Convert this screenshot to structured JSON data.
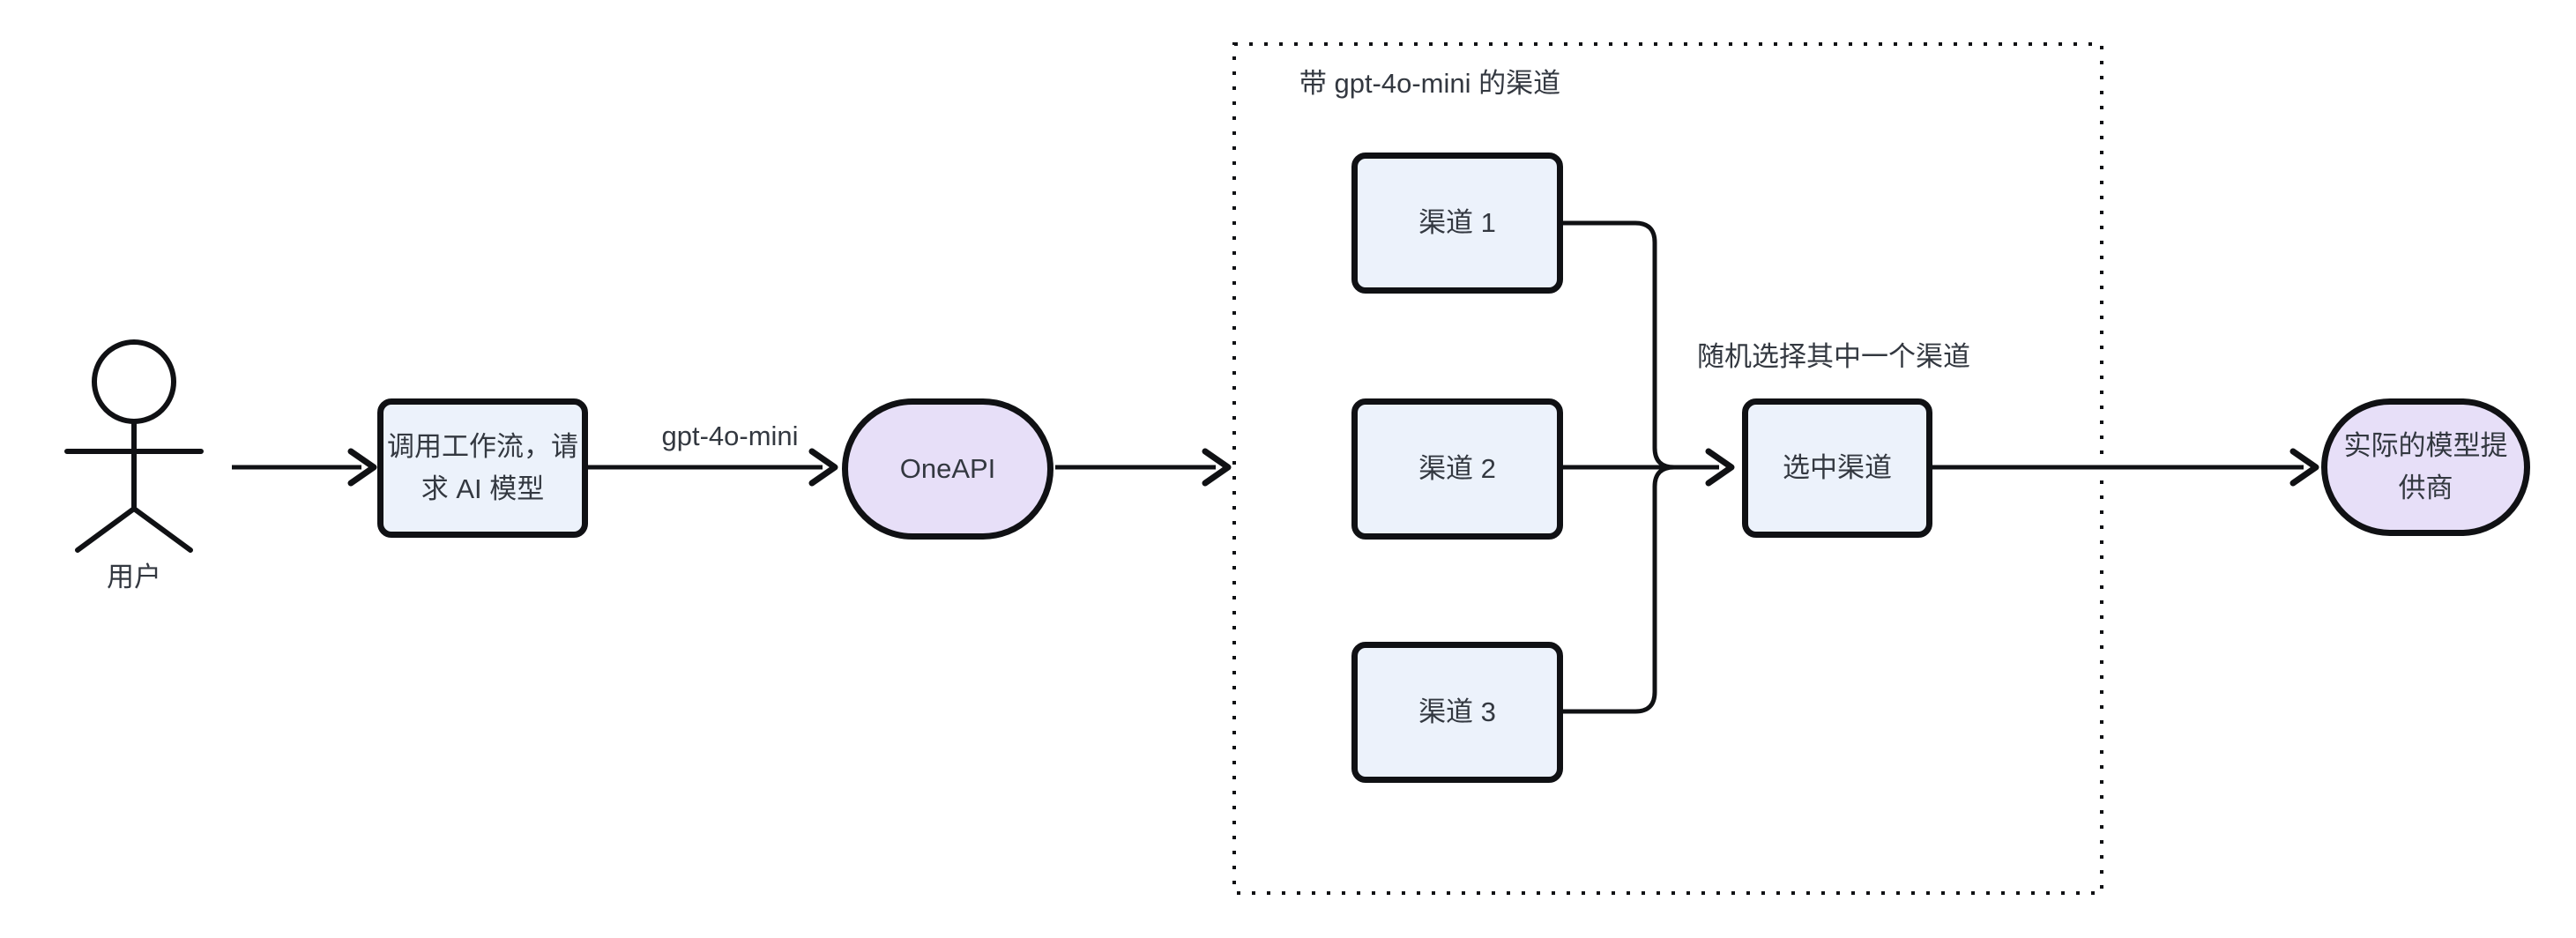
{
  "diagram": {
    "actor": {
      "label": "用户"
    },
    "nodes": {
      "workflow": {
        "line1": "调用工作流，请",
        "line2": "求 AI 模型"
      },
      "oneapi": {
        "label": "OneAPI"
      },
      "channel1": {
        "label": "渠道 1"
      },
      "channel2": {
        "label": "渠道 2"
      },
      "channel3": {
        "label": "渠道 3"
      },
      "selected": {
        "label": "选中渠道"
      },
      "provider": {
        "line1": "实际的模型提",
        "line2": "供商"
      }
    },
    "subgraph": {
      "title": "带 gpt-4o-mini 的渠道"
    },
    "edge_labels": {
      "model": "gpt-4o-mini",
      "random_pick": "随机选择其中一个渠道"
    },
    "colors": {
      "background": "#ffffff",
      "process_fill": "#ecf2fb",
      "terminal_fill": "#e7dff8",
      "stroke": "#101114",
      "text": "#333840"
    }
  }
}
